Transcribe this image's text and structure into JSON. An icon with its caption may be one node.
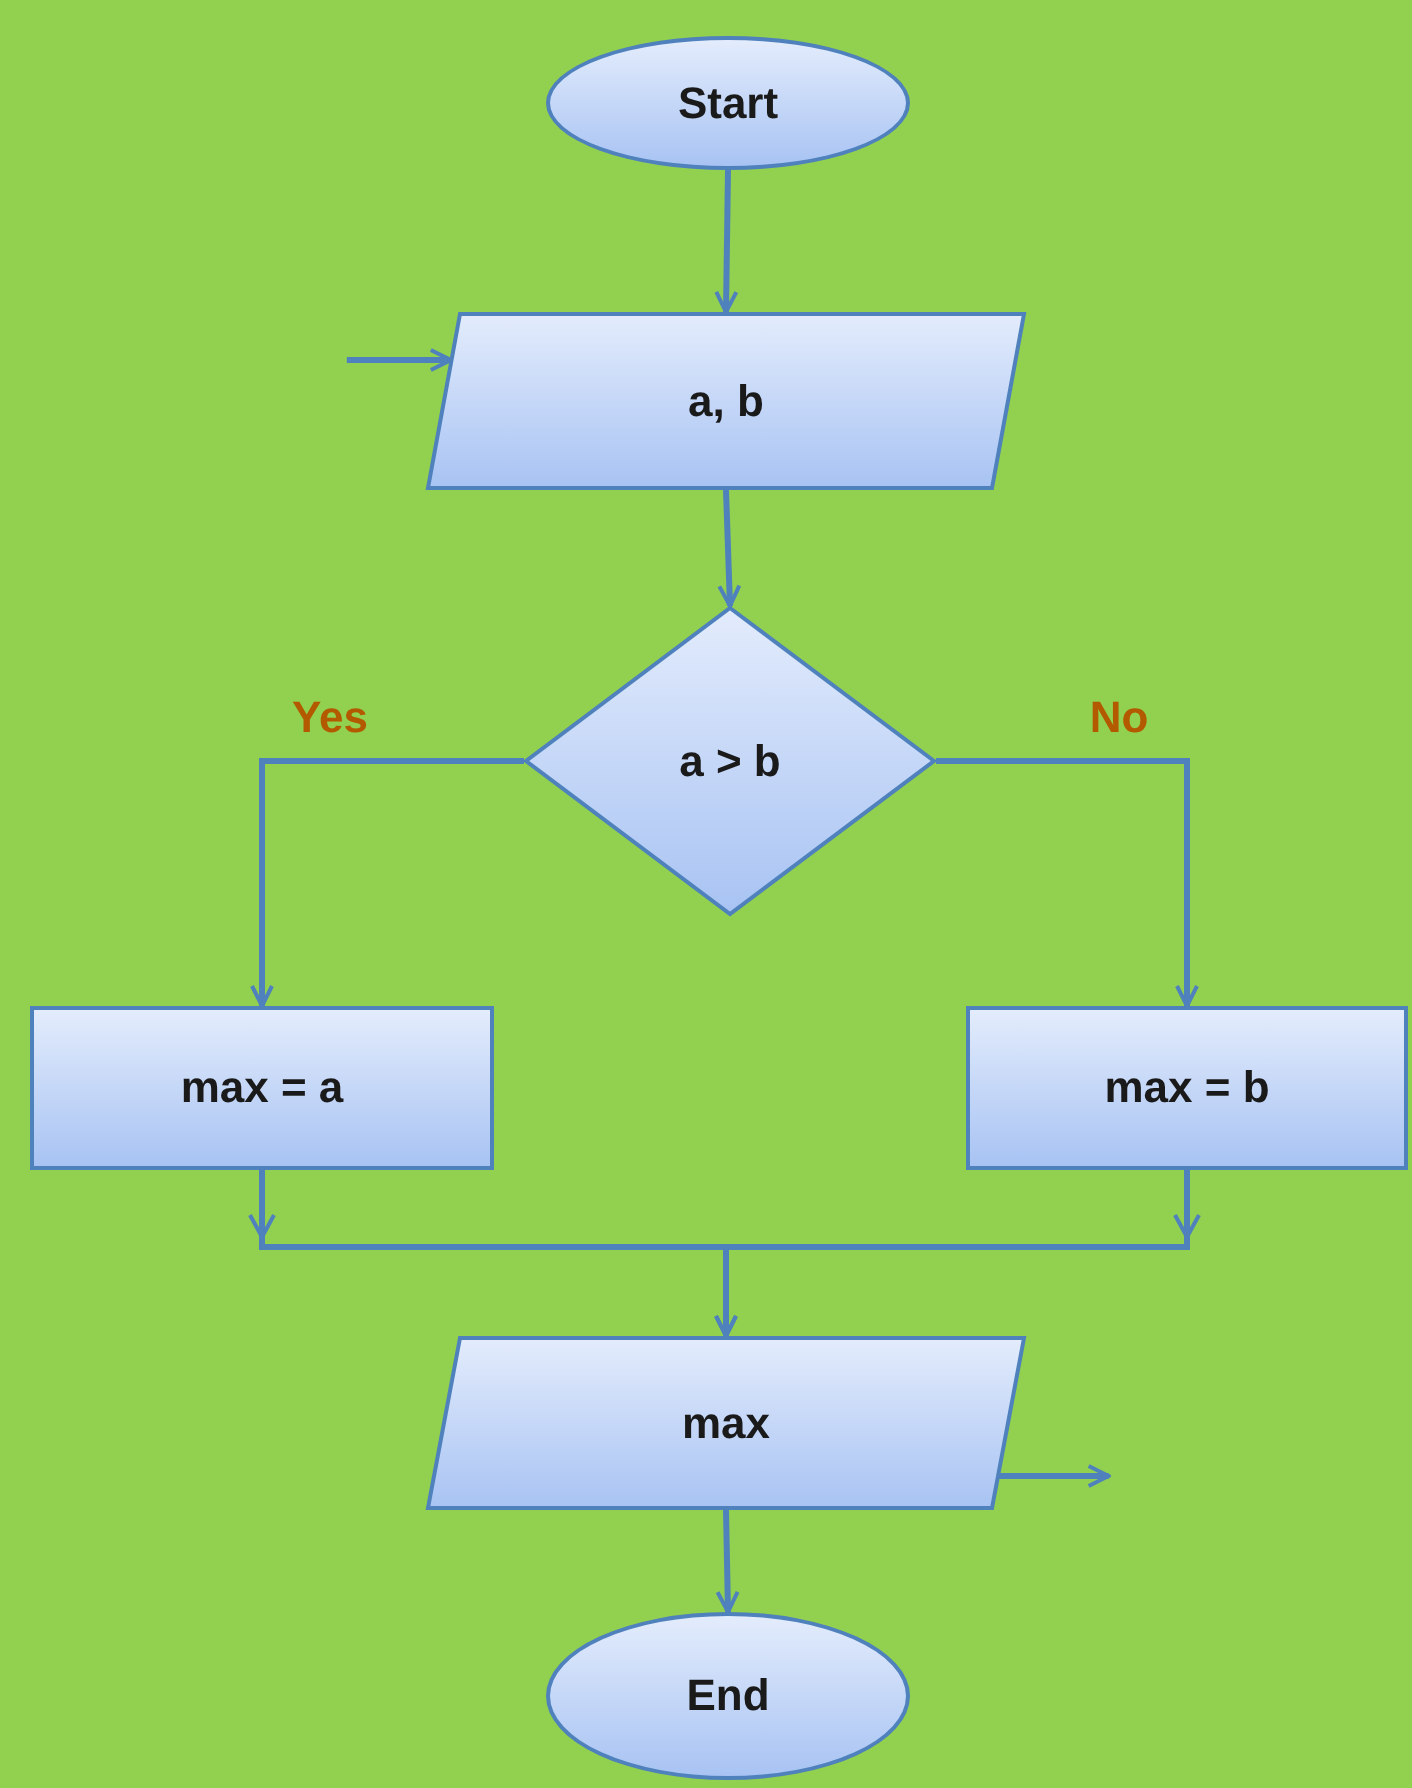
{
  "diagram": {
    "nodes": [
      {
        "text": [
          "Start"
        ]
      },
      {
        "text": [
          "a, b"
        ]
      },
      {
        "text": [
          "a > b"
        ]
      },
      {
        "text": [
          "max = a"
        ]
      },
      {
        "text": [
          "max = b"
        ]
      },
      {
        "text": [
          "max"
        ]
      },
      {
        "text": [
          "End"
        ]
      }
    ],
    "edges": [
      {
        "from": 0,
        "to": 1,
        "arrow": "to"
      },
      {
        "from": null,
        "to": 1,
        "arrow": "to"
      },
      {
        "from": 1,
        "to": 2,
        "arrow": "to"
      },
      {
        "from": 2,
        "to": 3,
        "label": "Yes",
        "arrow": "to"
      },
      {
        "from": 2,
        "to": 4,
        "label": "No",
        "arrow": "to"
      },
      {
        "from": 3,
        "to": 5,
        "arrow": "to"
      },
      {
        "from": 4,
        "to": 5,
        "arrow": "to"
      },
      {
        "from": 5,
        "to": null,
        "arrow": "to"
      },
      {
        "from": 5,
        "to": 6,
        "arrow": "to"
      }
    ]
  }
}
